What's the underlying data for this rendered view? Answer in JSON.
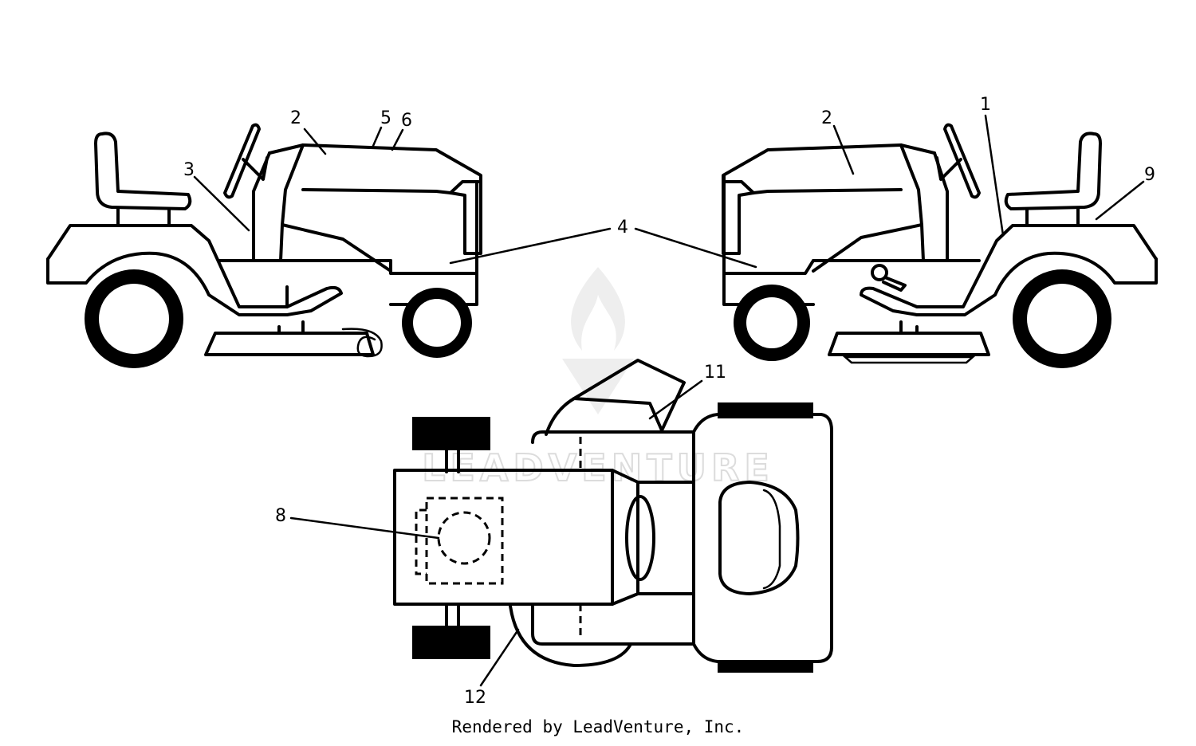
{
  "callouts": {
    "c1": "1",
    "c2a": "2",
    "c2b": "2",
    "c3": "3",
    "c4": "4",
    "c5": "5",
    "c6": "6",
    "c8": "8",
    "c9": "9",
    "c11": "11",
    "c12": "12"
  },
  "watermark": "LEADVENTURE",
  "footer": "Rendered by LeadVenture, Inc."
}
